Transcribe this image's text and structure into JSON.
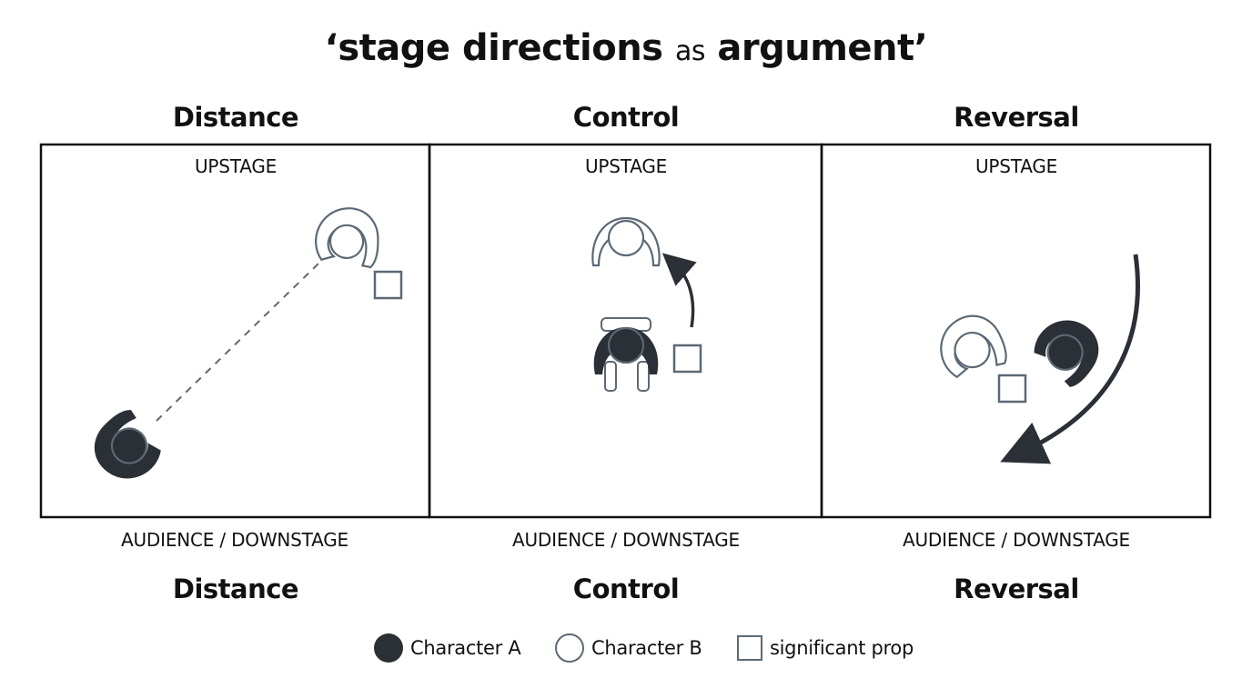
{
  "title": {
    "quote_open": "‘",
    "part1": "stage directions",
    "part2": "as",
    "part3": "argument",
    "quote_close": "’"
  },
  "panels": [
    {
      "title": "Distance",
      "upstage": "UPSTAGE",
      "downstage": "AUDIENCE / DOWNSTAGE",
      "caption": "Distance"
    },
    {
      "title": "Control",
      "upstage": "UPSTAGE",
      "downstage": "AUDIENCE / DOWNSTAGE",
      "caption": "Control"
    },
    {
      "title": "Reversal",
      "upstage": "UPSTAGE",
      "downstage": "AUDIENCE / DOWNSTAGE",
      "caption": "Reversal"
    }
  ],
  "legend": {
    "character_a": "Character A",
    "character_b": "Character B",
    "prop": "significant prop"
  },
  "colors": {
    "character_a_fill": "#2b2f36",
    "character_b_stroke": "#5c6975",
    "prop_stroke": "#5c6975",
    "frame": "#111111"
  }
}
